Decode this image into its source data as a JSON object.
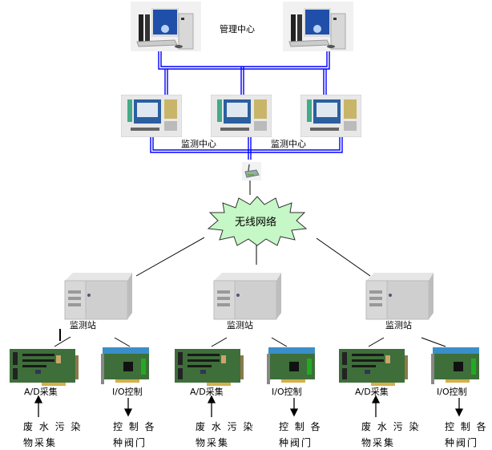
{
  "management": {
    "label": "管理中心",
    "computers": [
      {
        "name": "pc-left"
      },
      {
        "name": "pc-right"
      }
    ]
  },
  "monitoring_center": {
    "labels": [
      "监测中心",
      "监测中心"
    ]
  },
  "network": {
    "label": "无线网络",
    "color": "#c6f7c6"
  },
  "stations": [
    {
      "label": "监测站",
      "ad_card": "A/D采集",
      "io_card": "I/O控制",
      "ad_desc_line1": "废 水 污 染",
      "ad_desc_line2": "物采集",
      "io_desc_line1": "控 制 各",
      "io_desc_line2": "种阀门"
    },
    {
      "label": "监测站",
      "ad_card": "A/D采集",
      "io_card": "I/O控制",
      "ad_desc_line1": "废 水 污 染",
      "ad_desc_line2": "物采集",
      "io_desc_line1": "控 制 各",
      "io_desc_line2": "种阀门"
    },
    {
      "label": "监测站",
      "ad_card": "A/D采集",
      "io_card": "I/O控制",
      "ad_desc_line1": "废 水 污 染",
      "ad_desc_line2": "物采集",
      "io_desc_line1": "控 制 各",
      "io_desc_line2": "种阀门"
    }
  ],
  "colors": {
    "bus": "#0000ff",
    "line": "#000000"
  }
}
